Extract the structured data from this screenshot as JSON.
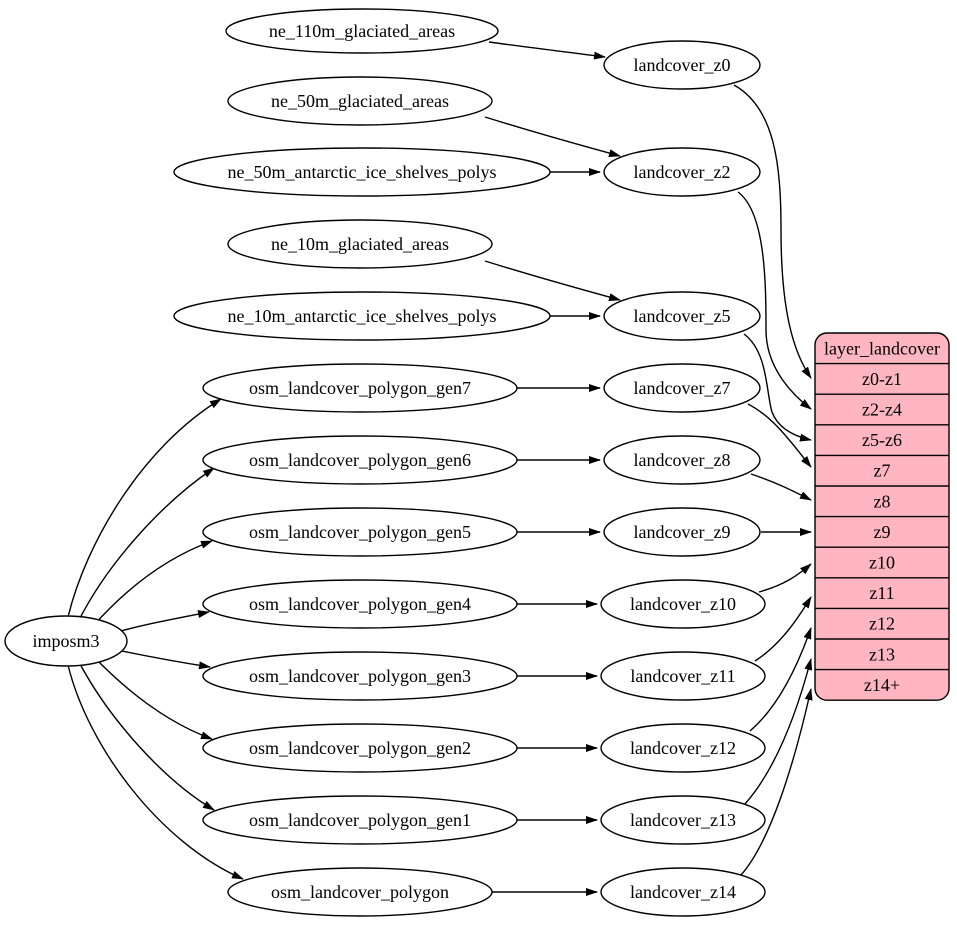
{
  "diagram": {
    "kind": "etl-dependency-graph",
    "colors": {
      "background": "#ffffff",
      "node_fill": "#ffffff",
      "node_stroke": "#000000",
      "edge_stroke": "#000000",
      "table_fill": "#ffb6c1",
      "table_stroke": "#000000",
      "text": "#000000"
    },
    "nodes": [
      {
        "id": "imposm3",
        "label": "imposm3",
        "kind": "importer"
      },
      {
        "id": "ne_110m_glaciated_areas",
        "label": "ne_110m_glaciated_areas",
        "kind": "source"
      },
      {
        "id": "ne_50m_glaciated_areas",
        "label": "ne_50m_glaciated_areas",
        "kind": "source"
      },
      {
        "id": "ne_50m_antarctic_ice_shelves_polys",
        "label": "ne_50m_antarctic_ice_shelves_polys",
        "kind": "source"
      },
      {
        "id": "ne_10m_glaciated_areas",
        "label": "ne_10m_glaciated_areas",
        "kind": "source"
      },
      {
        "id": "ne_10m_antarctic_ice_shelves_polys",
        "label": "ne_10m_antarctic_ice_shelves_polys",
        "kind": "source"
      },
      {
        "id": "osm_landcover_polygon_gen7",
        "label": "osm_landcover_polygon_gen7",
        "kind": "source"
      },
      {
        "id": "osm_landcover_polygon_gen6",
        "label": "osm_landcover_polygon_gen6",
        "kind": "source"
      },
      {
        "id": "osm_landcover_polygon_gen5",
        "label": "osm_landcover_polygon_gen5",
        "kind": "source"
      },
      {
        "id": "osm_landcover_polygon_gen4",
        "label": "osm_landcover_polygon_gen4",
        "kind": "source"
      },
      {
        "id": "osm_landcover_polygon_gen3",
        "label": "osm_landcover_polygon_gen3",
        "kind": "source"
      },
      {
        "id": "osm_landcover_polygon_gen2",
        "label": "osm_landcover_polygon_gen2",
        "kind": "source"
      },
      {
        "id": "osm_landcover_polygon_gen1",
        "label": "osm_landcover_polygon_gen1",
        "kind": "source"
      },
      {
        "id": "osm_landcover_polygon",
        "label": "osm_landcover_polygon",
        "kind": "source"
      },
      {
        "id": "landcover_z0",
        "label": "landcover_z0",
        "kind": "transform"
      },
      {
        "id": "landcover_z2",
        "label": "landcover_z2",
        "kind": "transform"
      },
      {
        "id": "landcover_z5",
        "label": "landcover_z5",
        "kind": "transform"
      },
      {
        "id": "landcover_z7",
        "label": "landcover_z7",
        "kind": "transform"
      },
      {
        "id": "landcover_z8",
        "label": "landcover_z8",
        "kind": "transform"
      },
      {
        "id": "landcover_z9",
        "label": "landcover_z9",
        "kind": "transform"
      },
      {
        "id": "landcover_z10",
        "label": "landcover_z10",
        "kind": "transform"
      },
      {
        "id": "landcover_z11",
        "label": "landcover_z11",
        "kind": "transform"
      },
      {
        "id": "landcover_z12",
        "label": "landcover_z12",
        "kind": "transform"
      },
      {
        "id": "landcover_z13",
        "label": "landcover_z13",
        "kind": "transform"
      },
      {
        "id": "landcover_z14",
        "label": "landcover_z14",
        "kind": "transform"
      }
    ],
    "table": {
      "title": "layer_landcover",
      "rows": [
        "z0-z1",
        "z2-z4",
        "z5-z6",
        "z7",
        "z8",
        "z9",
        "z10",
        "z11",
        "z12",
        "z13",
        "z14+"
      ]
    },
    "edges": [
      {
        "from": "imposm3",
        "to": "osm_landcover_polygon_gen7"
      },
      {
        "from": "imposm3",
        "to": "osm_landcover_polygon_gen6"
      },
      {
        "from": "imposm3",
        "to": "osm_landcover_polygon_gen5"
      },
      {
        "from": "imposm3",
        "to": "osm_landcover_polygon_gen4"
      },
      {
        "from": "imposm3",
        "to": "osm_landcover_polygon_gen3"
      },
      {
        "from": "imposm3",
        "to": "osm_landcover_polygon_gen2"
      },
      {
        "from": "imposm3",
        "to": "osm_landcover_polygon_gen1"
      },
      {
        "from": "imposm3",
        "to": "osm_landcover_polygon"
      },
      {
        "from": "ne_110m_glaciated_areas",
        "to": "landcover_z0"
      },
      {
        "from": "ne_50m_glaciated_areas",
        "to": "landcover_z2"
      },
      {
        "from": "ne_50m_antarctic_ice_shelves_polys",
        "to": "landcover_z2"
      },
      {
        "from": "ne_10m_glaciated_areas",
        "to": "landcover_z5"
      },
      {
        "from": "ne_10m_antarctic_ice_shelves_polys",
        "to": "landcover_z5"
      },
      {
        "from": "osm_landcover_polygon_gen7",
        "to": "landcover_z7"
      },
      {
        "from": "osm_landcover_polygon_gen6",
        "to": "landcover_z8"
      },
      {
        "from": "osm_landcover_polygon_gen5",
        "to": "landcover_z9"
      },
      {
        "from": "osm_landcover_polygon_gen4",
        "to": "landcover_z10"
      },
      {
        "from": "osm_landcover_polygon_gen3",
        "to": "landcover_z11"
      },
      {
        "from": "osm_landcover_polygon_gen2",
        "to": "landcover_z12"
      },
      {
        "from": "osm_landcover_polygon_gen1",
        "to": "landcover_z13"
      },
      {
        "from": "osm_landcover_polygon",
        "to": "landcover_z14"
      },
      {
        "from": "landcover_z0",
        "to": "layer_landcover:z0-z1"
      },
      {
        "from": "landcover_z2",
        "to": "layer_landcover:z2-z4"
      },
      {
        "from": "landcover_z5",
        "to": "layer_landcover:z5-z6"
      },
      {
        "from": "landcover_z7",
        "to": "layer_landcover:z7"
      },
      {
        "from": "landcover_z8",
        "to": "layer_landcover:z8"
      },
      {
        "from": "landcover_z9",
        "to": "layer_landcover:z9"
      },
      {
        "from": "landcover_z10",
        "to": "layer_landcover:z10"
      },
      {
        "from": "landcover_z11",
        "to": "layer_landcover:z11"
      },
      {
        "from": "landcover_z12",
        "to": "layer_landcover:z12"
      },
      {
        "from": "landcover_z13",
        "to": "layer_landcover:z13"
      },
      {
        "from": "landcover_z14",
        "to": "layer_landcover:z14+"
      }
    ]
  }
}
